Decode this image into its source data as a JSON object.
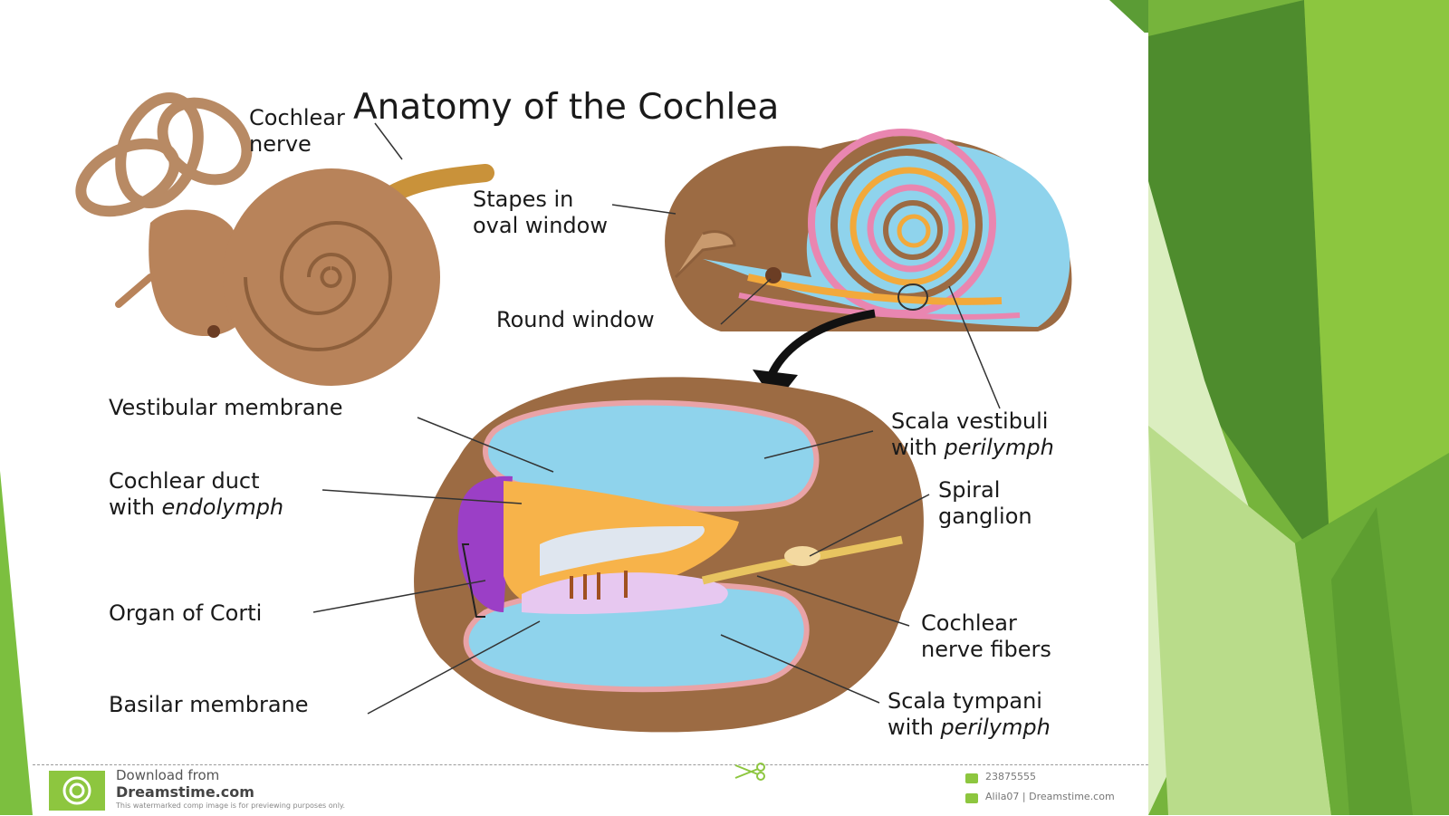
{
  "diagram": {
    "title": "Anatomy of the Cochlea",
    "labels": {
      "cochlear_nerve": [
        "Cochlear",
        "nerve"
      ],
      "stapes": [
        "Stapes in",
        "oval window"
      ],
      "round_window": "Round window",
      "vestibular_membrane": "Vestibular membrane",
      "cochlear_duct": {
        "line1": "Cochlear duct",
        "line2_prefix": "with ",
        "line2_italic": "endolymph"
      },
      "organ_of_corti": "Organ of Corti",
      "basilar_membrane": "Basilar membrane",
      "scala_vestibuli": {
        "line1": "Scala vestibuli",
        "line2_prefix": "with ",
        "line2_italic": "perilymph"
      },
      "spiral_ganglion": [
        "Spiral",
        "ganglion"
      ],
      "cochlear_nerve_fibers": [
        "Cochlear",
        "nerve fibers"
      ],
      "scala_tympani": {
        "line1": "Scala tympani",
        "line2_prefix": "with ",
        "line2_italic": "perilymph"
      }
    }
  },
  "footer": {
    "download_from": "Download from",
    "site": "Dreamstime.com",
    "disclaimer": "This watermarked comp image is for previewing purposes only.",
    "image_id": "23875555",
    "credit": "Alila07 | Dreamstime.com"
  },
  "colors": {
    "slide_green_dark": "#4e8c2d",
    "slide_green_mid": "#6db33f",
    "slide_green_light": "#9fd35a",
    "cochlea_brown": "#9c6b43",
    "cochlea_tan": "#c99a6e",
    "fluid_blue": "#8fd3ec",
    "duct_orange": "#f7b34a",
    "membrane_purple": "#9b3fc6"
  }
}
